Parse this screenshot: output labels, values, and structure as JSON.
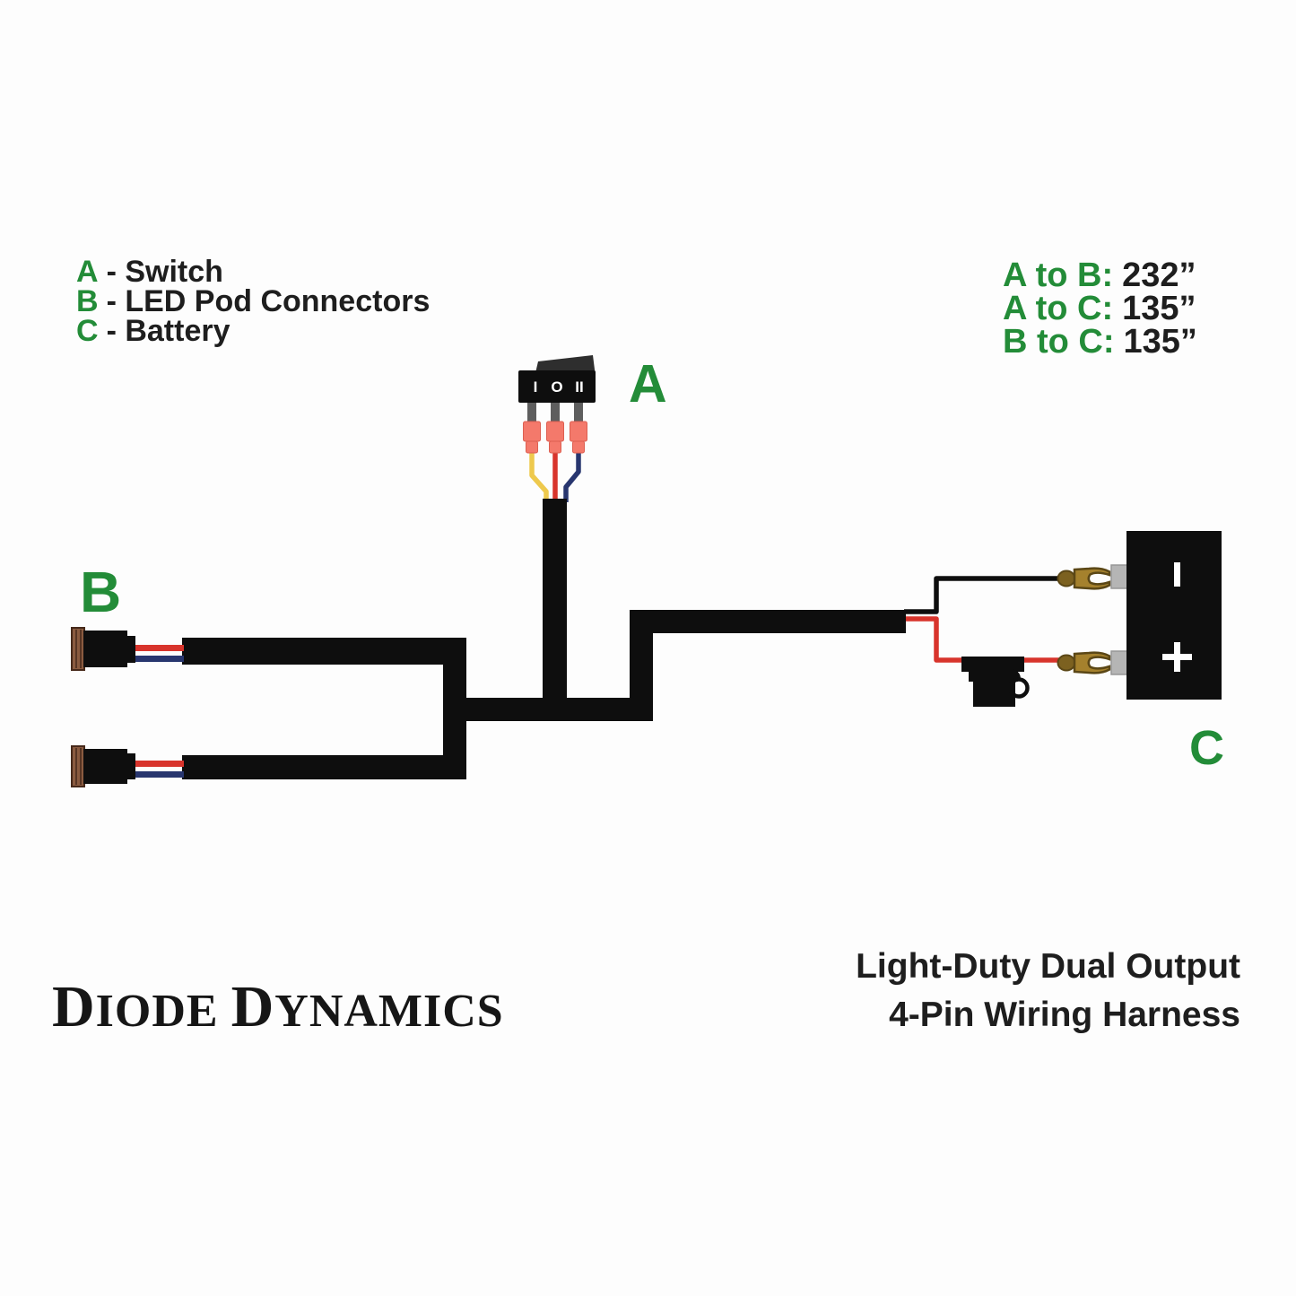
{
  "colors": {
    "background": "#fdfdfd",
    "text": "#1e1e1e",
    "green_label": "#238c38",
    "harness": "#0e0e0e",
    "wire_red": "#d8342c",
    "wire_blue": "#28366f",
    "wire_yellow": "#eec94d",
    "crimp": "#f4796b",
    "pin_gray": "#5e5e5e",
    "rocker": "#2e2e2e",
    "terminal_gray": "#b5b5b5",
    "fork_gold": "#a5812d",
    "fork_barrel": "#7c6120",
    "fork_outline": "#5b4716",
    "connector_brown": "#8a5b40",
    "connector_brown_dark": "#46291a"
  },
  "legend": {
    "items": [
      {
        "letter": "A",
        "label": "- Switch"
      },
      {
        "letter": "B",
        "label": "- LED Pod Connectors"
      },
      {
        "letter": "C",
        "label": "- Battery"
      }
    ]
  },
  "distances": {
    "items": [
      {
        "pair": "A to B:",
        "value": "232”"
      },
      {
        "pair": "A to C:",
        "value": "135”"
      },
      {
        "pair": "B to C:",
        "value": "135”"
      }
    ]
  },
  "diagram_labels": {
    "switch_label": "A",
    "pod_label": "B",
    "battery_label": "C"
  },
  "switch": {
    "positions": [
      "I",
      "O",
      "II"
    ]
  },
  "battery": {
    "negative_mark": "-",
    "positive_mark": "+"
  },
  "logo": {
    "initial1": "D",
    "rest1": "IODE",
    "initial2": "D",
    "rest2": "YNAMICS"
  },
  "title": {
    "line1": "Light-Duty Dual Output",
    "line2": "4-Pin Wiring Harness"
  }
}
